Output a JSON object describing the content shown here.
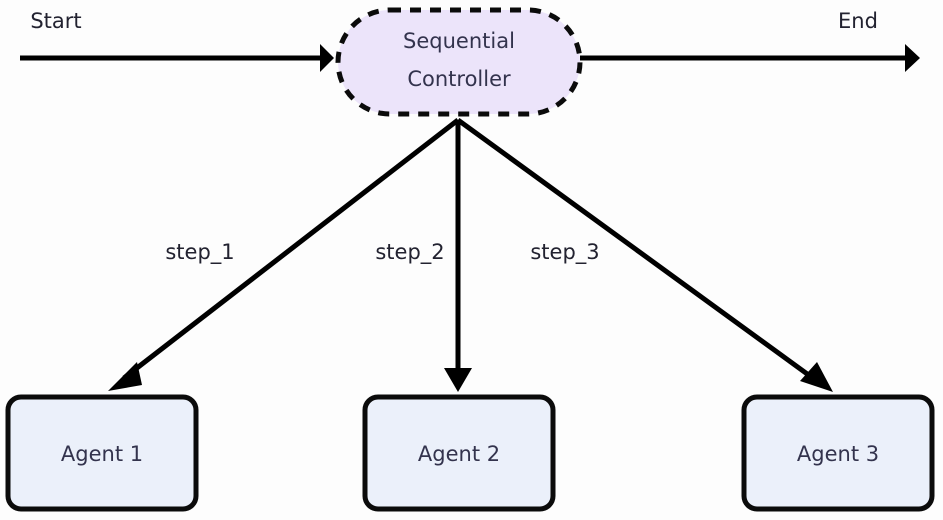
{
  "diagram": {
    "type": "flowchart",
    "background_color": "#fdfdfd",
    "endpoints": {
      "start_label": "Start",
      "end_label": "End"
    },
    "controller": {
      "label_line_1": "Sequential",
      "label_line_2": "Controller",
      "shape": "stadium-dashed",
      "fill_color": "#ece4fa",
      "border_color": "#0b0b0b",
      "border_style": "dashed"
    },
    "edges": [
      {
        "label": "step_1",
        "from": "Sequential Controller",
        "to": "Agent 1"
      },
      {
        "label": "step_2",
        "from": "Sequential Controller",
        "to": "Agent 2"
      },
      {
        "label": "step_3",
        "from": "Sequential Controller",
        "to": "Agent 3"
      }
    ],
    "agents": [
      {
        "label": "Agent 1",
        "fill_color": "#ebf0fa",
        "border_color": "#0b0b0b"
      },
      {
        "label": "Agent 2",
        "fill_color": "#ebf0fa",
        "border_color": "#0b0b0b"
      },
      {
        "label": "Agent 3",
        "fill_color": "#ebf0fa",
        "border_color": "#0b0b0b"
      }
    ]
  }
}
